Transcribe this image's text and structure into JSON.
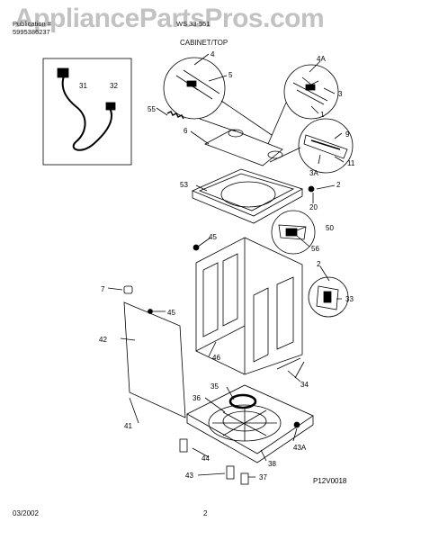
{
  "watermark": "AppliancePartsPros.com",
  "header": {
    "left_line1": "Publication #",
    "left_line2": "5995386237",
    "right_line1": "WS 33-551",
    "title": "CABINET/TOP"
  },
  "diagram_code": "P12V0018",
  "footer": {
    "date": "03/2002",
    "page": "2"
  },
  "callouts": [
    "4",
    "5",
    "4A",
    "3",
    "1",
    "9",
    "11",
    "3A",
    "2",
    "20",
    "6",
    "55",
    "53",
    "31",
    "32",
    "45",
    "50",
    "56",
    "2",
    "33",
    "7",
    "45",
    "42",
    "46",
    "34",
    "35",
    "36",
    "38",
    "41",
    "44",
    "43",
    "37",
    "43A"
  ]
}
